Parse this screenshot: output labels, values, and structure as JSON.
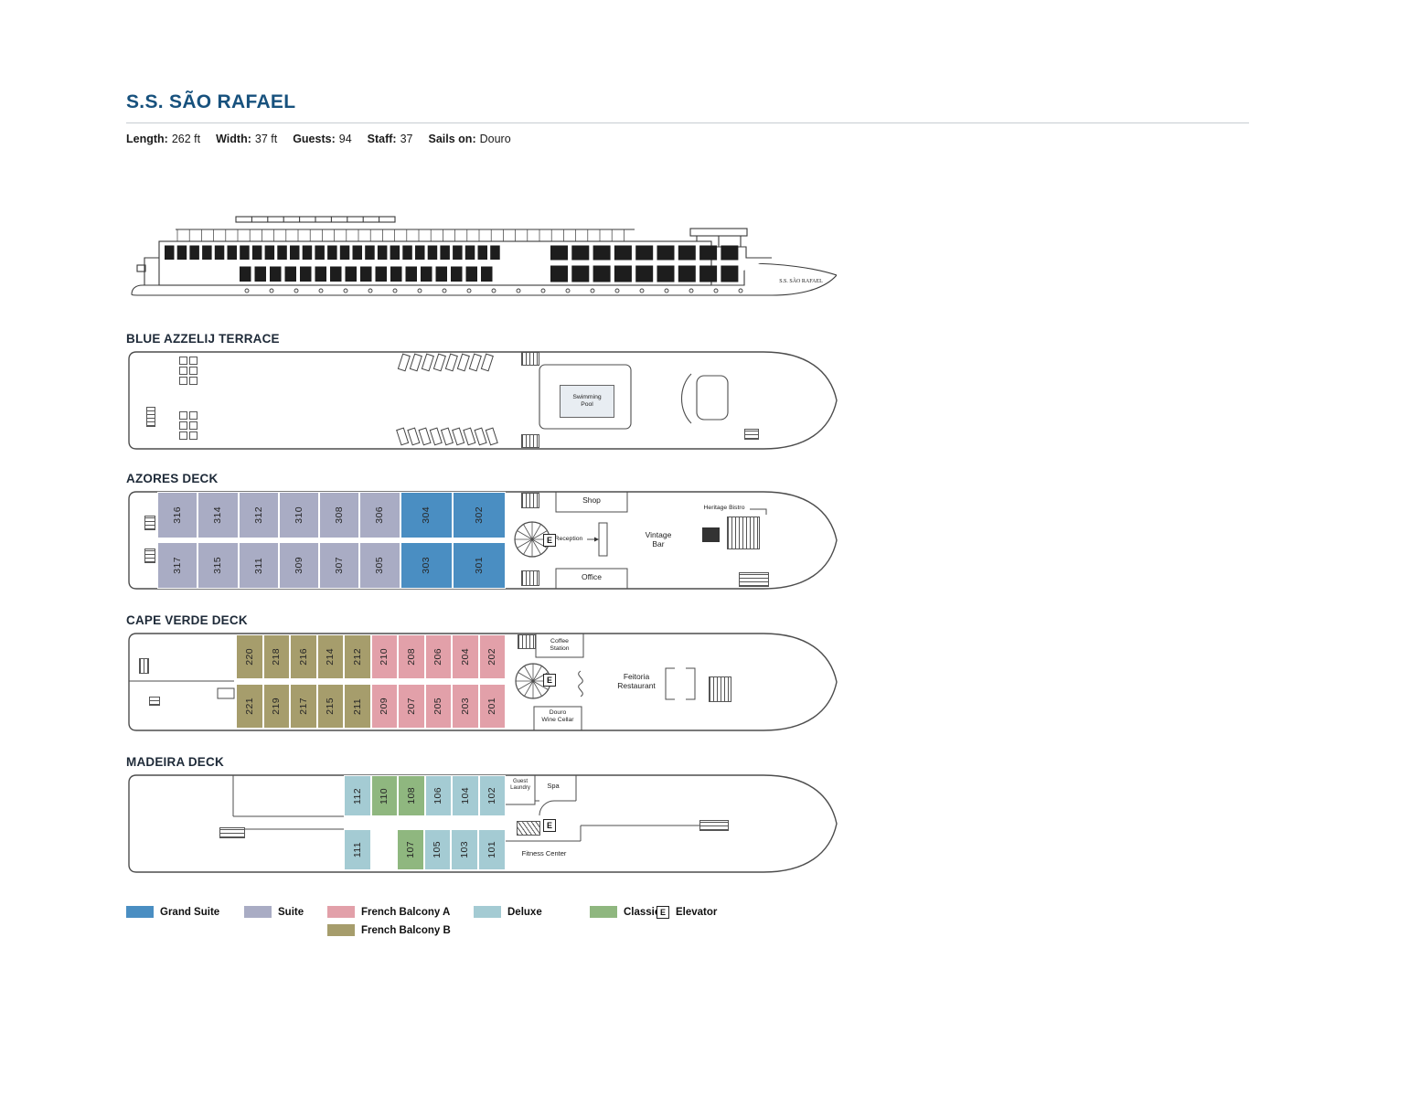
{
  "page": {
    "title": "S.S. SÃO RAFAEL"
  },
  "stats": [
    {
      "label": "Length:",
      "value": "262 ft"
    },
    {
      "label": "Width:",
      "value": "37 ft"
    },
    {
      "label": "Guests:",
      "value": "94"
    },
    {
      "label": "Staff:",
      "value": "37"
    },
    {
      "label": "Sails on:",
      "value": "Douro"
    }
  ],
  "ship_profile": {
    "hull_name": "S.S. SÃO RAFAEL"
  },
  "elevator": {
    "symbol": "E"
  },
  "colors": {
    "grand_suite": "#4A8EC2",
    "suite": "#A9ACC4",
    "french_balcony_a": "#E2A0A9",
    "french_balcony_b": "#A69D6C",
    "deluxe": "#A4CBD3",
    "classic": "#8FB77F",
    "heading": "#17517D",
    "deck_outline": "#4D4D4D"
  },
  "decks": {
    "terrace": {
      "name": "BLUE AZZELIJ TERRACE",
      "labels": {
        "pool": "Swimming\nPool"
      }
    },
    "azores": {
      "name": "AZORES DECK",
      "cabins_top": [
        {
          "num": "316",
          "type": "suite"
        },
        {
          "num": "314",
          "type": "suite"
        },
        {
          "num": "312",
          "type": "suite"
        },
        {
          "num": "310",
          "type": "suite"
        },
        {
          "num": "308",
          "type": "suite"
        },
        {
          "num": "306",
          "type": "suite"
        },
        {
          "num": "304",
          "type": "grand_suite"
        },
        {
          "num": "302",
          "type": "grand_suite"
        }
      ],
      "cabins_bottom": [
        {
          "num": "317",
          "type": "suite"
        },
        {
          "num": "315",
          "type": "suite"
        },
        {
          "num": "311",
          "type": "suite"
        },
        {
          "num": "309",
          "type": "suite"
        },
        {
          "num": "307",
          "type": "suite"
        },
        {
          "num": "305",
          "type": "suite"
        },
        {
          "num": "303",
          "type": "grand_suite"
        },
        {
          "num": "301",
          "type": "grand_suite"
        }
      ],
      "labels": {
        "shop": "Shop",
        "reception": "Reception",
        "office": "Office",
        "vintage_bar": "Vintage\nBar",
        "heritage_bistro": "Heritage Bistro"
      }
    },
    "cape_verde": {
      "name": "CAPE VERDE DECK",
      "cabins_top": [
        {
          "num": "220",
          "type": "french_balcony_b"
        },
        {
          "num": "218",
          "type": "french_balcony_b"
        },
        {
          "num": "216",
          "type": "french_balcony_b"
        },
        {
          "num": "214",
          "type": "french_balcony_b"
        },
        {
          "num": "212",
          "type": "french_balcony_b"
        },
        {
          "num": "210",
          "type": "french_balcony_a"
        },
        {
          "num": "208",
          "type": "french_balcony_a"
        },
        {
          "num": "206",
          "type": "french_balcony_a"
        },
        {
          "num": "204",
          "type": "french_balcony_a"
        },
        {
          "num": "202",
          "type": "french_balcony_a"
        }
      ],
      "cabins_bottom": [
        {
          "num": "221",
          "type": "french_balcony_b"
        },
        {
          "num": "219",
          "type": "french_balcony_b"
        },
        {
          "num": "217",
          "type": "french_balcony_b"
        },
        {
          "num": "215",
          "type": "french_balcony_b"
        },
        {
          "num": "211",
          "type": "french_balcony_b"
        },
        {
          "num": "209",
          "type": "french_balcony_a"
        },
        {
          "num": "207",
          "type": "french_balcony_a"
        },
        {
          "num": "205",
          "type": "french_balcony_a"
        },
        {
          "num": "203",
          "type": "french_balcony_a"
        },
        {
          "num": "201",
          "type": "french_balcony_a"
        }
      ],
      "labels": {
        "coffee_station": "Coffee\nStation",
        "restaurant": "Feitoria\nRestaurant",
        "wine_cellar": "Douro\nWine Cellar"
      }
    },
    "madeira": {
      "name": "MADEIRA DECK",
      "cabins_top": [
        {
          "num": "112",
          "type": "deluxe"
        },
        {
          "num": "110",
          "type": "classic"
        },
        {
          "num": "108",
          "type": "classic"
        },
        {
          "num": "106",
          "type": "deluxe"
        },
        {
          "num": "104",
          "type": "deluxe"
        },
        {
          "num": "102",
          "type": "deluxe"
        }
      ],
      "cabins_bottom": [
        {
          "num": "111",
          "type": "deluxe",
          "gap_after": true
        },
        {
          "num": "107",
          "type": "classic"
        },
        {
          "num": "105",
          "type": "deluxe"
        },
        {
          "num": "103",
          "type": "deluxe"
        },
        {
          "num": "101",
          "type": "deluxe"
        }
      ],
      "labels": {
        "guest_laundry": "Guest\nLaundry",
        "spa": "Spa",
        "fitness": "Fitness Center"
      }
    }
  },
  "legend": {
    "items": [
      {
        "label": "Grand Suite",
        "type": "grand_suite"
      },
      {
        "label": "Suite",
        "type": "suite"
      },
      {
        "label": "French Balcony A",
        "type": "french_balcony_a"
      },
      {
        "label": "Deluxe",
        "type": "deluxe"
      },
      {
        "label": "Classic",
        "type": "classic"
      },
      {
        "label": "Elevator",
        "type": "elevator"
      },
      {
        "label": "French Balcony B",
        "type": "french_balcony_b"
      }
    ]
  }
}
